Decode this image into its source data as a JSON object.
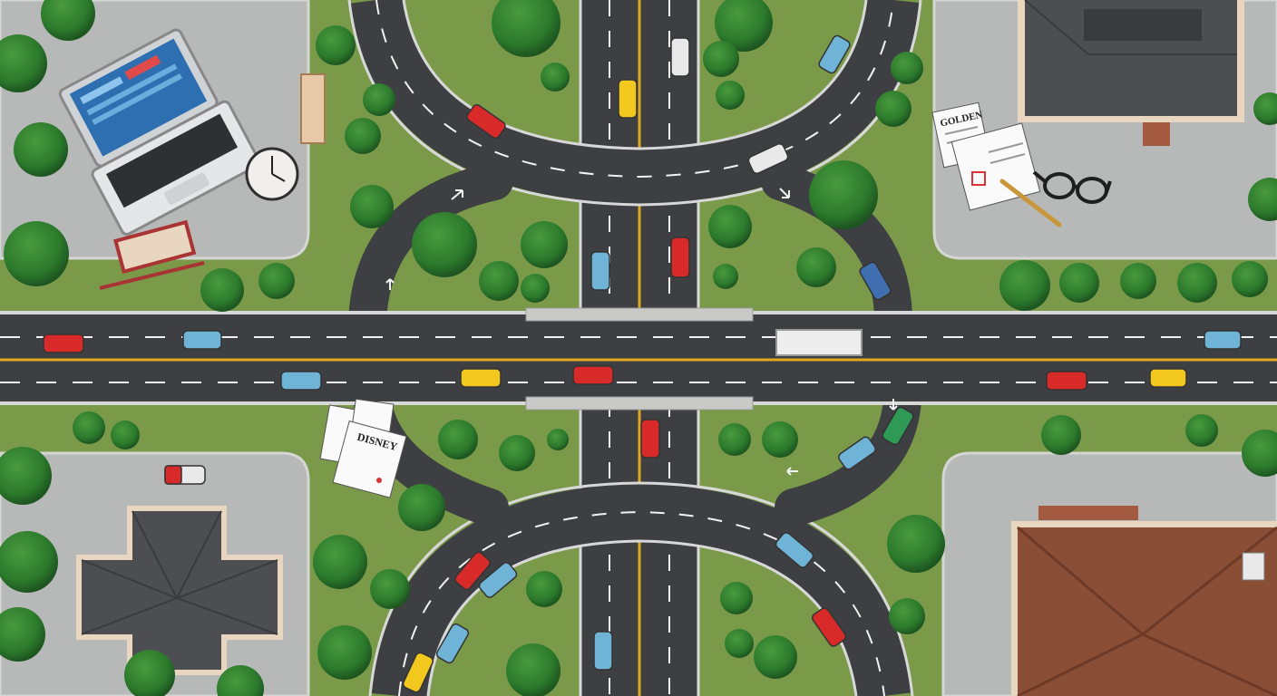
{
  "scene": {
    "kind": "top-down illustrated map of a highway interchange",
    "document_labels": {
      "top_right_document": "GOLDEN",
      "bottom_left_document": "DISNEY"
    },
    "colors": {
      "grass": "#7a9a4a",
      "asphalt": "#3d3f42",
      "yellow_line": "#e0a820",
      "white_line": "#f2f2f2",
      "lot": "#b7b9b8",
      "tree": "#2e7a2e",
      "tree_dark": "#1f5a22",
      "roof_gray": "#4d4e52",
      "roof_brown": "#8a4d35",
      "car_red": "#d92a2a",
      "car_blue": "#6fb3d6",
      "car_yellow": "#f2c81e",
      "car_white": "#e9e9e9",
      "car_green": "#2e9a55"
    },
    "icons": [
      "laptop-icon",
      "clock-icon",
      "documents-icon",
      "glasses-icon",
      "pencil-icon",
      "truck-icon"
    ]
  }
}
